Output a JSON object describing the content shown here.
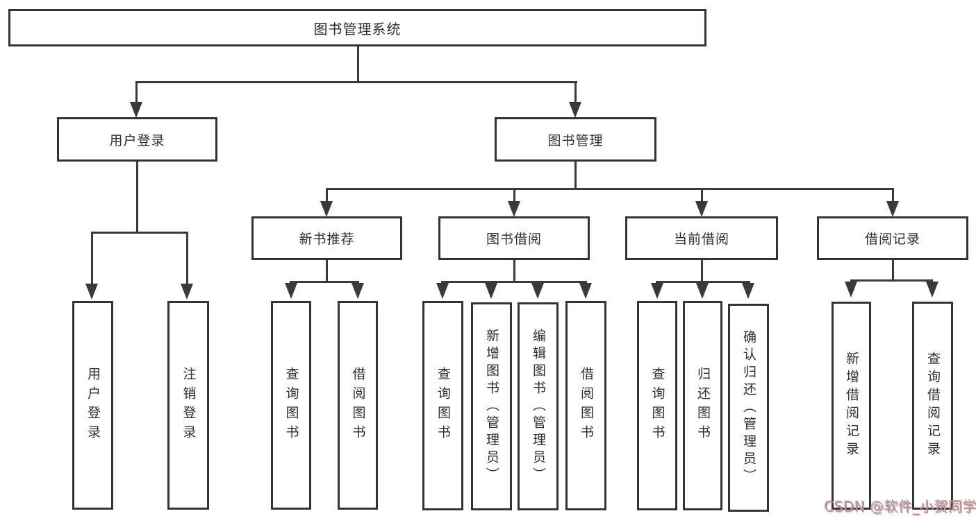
{
  "root": {
    "label": "图书管理系统"
  },
  "branches": [
    {
      "label": "用户登录",
      "leaves": [
        {
          "label": "用户登录"
        },
        {
          "label": "注销登录"
        }
      ]
    },
    {
      "label": "图书管理",
      "groups": [
        {
          "label": "新书推荐",
          "leaves": [
            {
              "label": "查询图书"
            },
            {
              "label": "借阅图书"
            }
          ]
        },
        {
          "label": "图书借阅",
          "leaves": [
            {
              "label": "查询图书"
            },
            {
              "label": "新增图书（管理员）"
            },
            {
              "label": "编辑图书（管理员）"
            },
            {
              "label": "借阅图书"
            }
          ]
        },
        {
          "label": "当前借阅",
          "leaves": [
            {
              "label": "查询图书"
            },
            {
              "label": "归还图书"
            },
            {
              "label": "确认归还（管理员）"
            }
          ]
        },
        {
          "label": "借阅记录",
          "leaves": [
            {
              "label": "新增借阅记录"
            },
            {
              "label": "查询借阅记录"
            }
          ]
        }
      ]
    }
  ],
  "watermark": {
    "text": "CSDN @软件_小贺同学"
  },
  "colors": {
    "line": "#3a3a3a",
    "border": "#333333",
    "text": "#2e2e2e",
    "background": "#ffffff",
    "watermark_gray": "#a0a1ad",
    "watermark_red": "#cf645a"
  }
}
